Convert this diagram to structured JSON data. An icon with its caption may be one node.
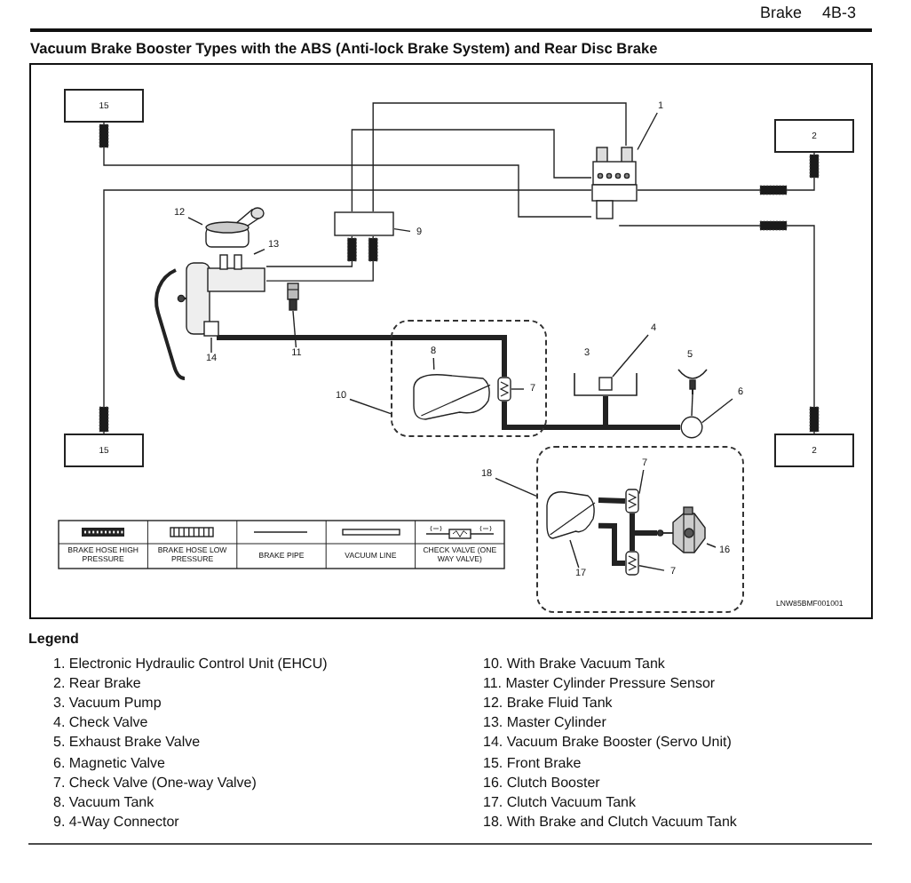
{
  "diagram": {
    "title": "Vacuum Brake Booster Types with the ABS (Anti-lock Brake System) and Rear Disc Brake",
    "nodes": [
      {
        "text": [
          "15"
        ]
      },
      {
        "text": [
          "2"
        ]
      },
      {
        "text": [
          "15"
        ]
      },
      {
        "text": [
          "2"
        ]
      },
      {
        "text": [],
        "shape": "picture"
      },
      {
        "text": [],
        "shape": "box"
      },
      {
        "text": [],
        "shape": "picture"
      },
      {
        "text": [],
        "shape": "picture"
      },
      {
        "text": [],
        "shape": "picture"
      },
      {
        "text": [],
        "shape": "box"
      },
      {
        "text": [],
        "shape": "picture",
        "in": 9
      },
      {
        "text": [],
        "shape": "picture",
        "in": 9
      },
      {
        "text": [],
        "shape": "picture"
      },
      {
        "text": [],
        "shape": "box",
        "in": 12
      },
      {
        "text": [],
        "shape": "picture"
      },
      {
        "text": [],
        "shape": "circle"
      },
      {
        "text": [],
        "shape": "box"
      },
      {
        "text": [],
        "shape": "picture",
        "in": 16
      },
      {
        "text": [],
        "shape": "picture",
        "in": 16
      },
      {
        "text": [],
        "shape": "picture",
        "in": 16
      },
      {
        "text": [],
        "shape": "picture",
        "in": 16
      },
      {
        "text": [
          "1"
        ]
      },
      {
        "text": [
          "9"
        ]
      },
      {
        "text": [
          "12"
        ]
      },
      {
        "text": [
          "13"
        ]
      },
      {
        "text": [
          "14"
        ]
      },
      {
        "text": [
          "11"
        ]
      },
      {
        "text": [
          "10"
        ]
      },
      {
        "text": [
          "8"
        ],
        "in": 9
      },
      {
        "text": [
          "7"
        ],
        "in": 9
      },
      {
        "text": [
          "4"
        ]
      },
      {
        "text": [
          "6"
        ]
      },
      {
        "text": [
          "18"
        ]
      },
      {
        "text": [
          "7"
        ],
        "in": 16
      },
      {
        "text": [
          "17"
        ],
        "in": 16
      },
      {
        "text": [
          "16"
        ],
        "in": 16
      },
      {
        "text": [
          "7"
        ],
        "in": 16
      }
    ],
    "edges": [
      {
        "from": 0,
        "to": 4,
        "arrow": "none"
      },
      {
        "from": 1,
        "to": 4,
        "arrow": "none"
      },
      {
        "from": 2,
        "to": 4,
        "arrow": "none"
      },
      {
        "from": 3,
        "to": 4,
        "arrow": "none"
      },
      {
        "from": 5,
        "to": 4,
        "arrow": "none"
      },
      {
        "from": 5,
        "to": 4,
        "arrow": "none"
      },
      {
        "from": 7,
        "to": 5,
        "arrow": "none"
      },
      {
        "from": 7,
        "to": 5,
        "arrow": "none"
      },
      {
        "from": 7,
        "to": 11,
        "arrow": "none",
        "style": "thick"
      },
      {
        "from": 11,
        "to": 15,
        "arrow": "none",
        "style": "thick"
      },
      {
        "from": 12,
        "to": 15,
        "arrow": "none",
        "style": "thick"
      },
      {
        "from": 14,
        "to": 15,
        "arrow": "none"
      },
      {
        "from": 17,
        "to": 18,
        "arrow": "none",
        "style": "thick"
      },
      {
        "from": 18,
        "to": 20,
        "arrow": "none",
        "style": "thick"
      },
      {
        "from": 19,
        "to": 20,
        "arrow": "none",
        "style": "thick"
      },
      {
        "from": 17,
        "to": 19,
        "arrow": "none",
        "style": "thick"
      },
      {
        "from": 21,
        "to": 4,
        "arrow": "none"
      },
      {
        "from": 22,
        "to": 5,
        "arrow": "none"
      },
      {
        "from": 23,
        "to": 6,
        "arrow": "none"
      },
      {
        "from": 24,
        "to": 7,
        "arrow": "none"
      },
      {
        "from": 25,
        "to": 7,
        "arrow": "none"
      },
      {
        "from": 26,
        "to": 8,
        "arrow": "none"
      },
      {
        "from": 27,
        "to": 9,
        "arrow": "none"
      },
      {
        "from": 28,
        "to": 10,
        "arrow": "none"
      },
      {
        "from": 29,
        "to": 11,
        "arrow": "none"
      },
      {
        "from": 30,
        "to": 13,
        "arrow": "none"
      },
      {
        "from": 31,
        "to": 15,
        "arrow": "none"
      },
      {
        "from": 32,
        "to": 16,
        "arrow": "none"
      },
      {
        "from": 33,
        "to": 18,
        "arrow": "none"
      },
      {
        "from": 34,
        "to": 17,
        "arrow": "none"
      },
      {
        "from": 35,
        "to": 20,
        "arrow": "none"
      },
      {
        "from": 36,
        "to": 19,
        "arrow": "none"
      }
    ],
    "labels": [
      "Brake",
      "4B-3",
      "3",
      "5",
      "LNW85BMF001001",
      "Legend",
      "1. Electronic Hydraulic Control Unit (EHCU)",
      "2. Rear Brake",
      "3. Vacuum Pump",
      "4. Check Valve",
      "5. Exhaust Brake Valve",
      "6. Magnetic Valve",
      "7. Check Valve (One-way Valve)",
      "8. Vacuum Tank",
      "9. 4-Way Connector",
      "10. With Brake Vacuum Tank",
      "11. Master Cylinder Pressure Sensor",
      "12. Brake Fluid Tank",
      "13. Master Cylinder",
      "14. Vacuum Brake Booster (Servo Unit)",
      "15. Front Brake",
      "16. Clutch Booster",
      "17. Clutch Vacuum Tank",
      "18. With Brake and Clutch Vacuum Tank"
    ],
    "legend": [
      {
        "text": "BRAKE HOSE HIGH PRESSURE"
      },
      {
        "text": "BRAKE HOSE LOW PRESSURE"
      },
      {
        "text": "BRAKE PIPE"
      },
      {
        "text": "VACUUM LINE"
      },
      {
        "text": "CHECK VALVE (ONE WAY VALVE)"
      }
    ]
  }
}
